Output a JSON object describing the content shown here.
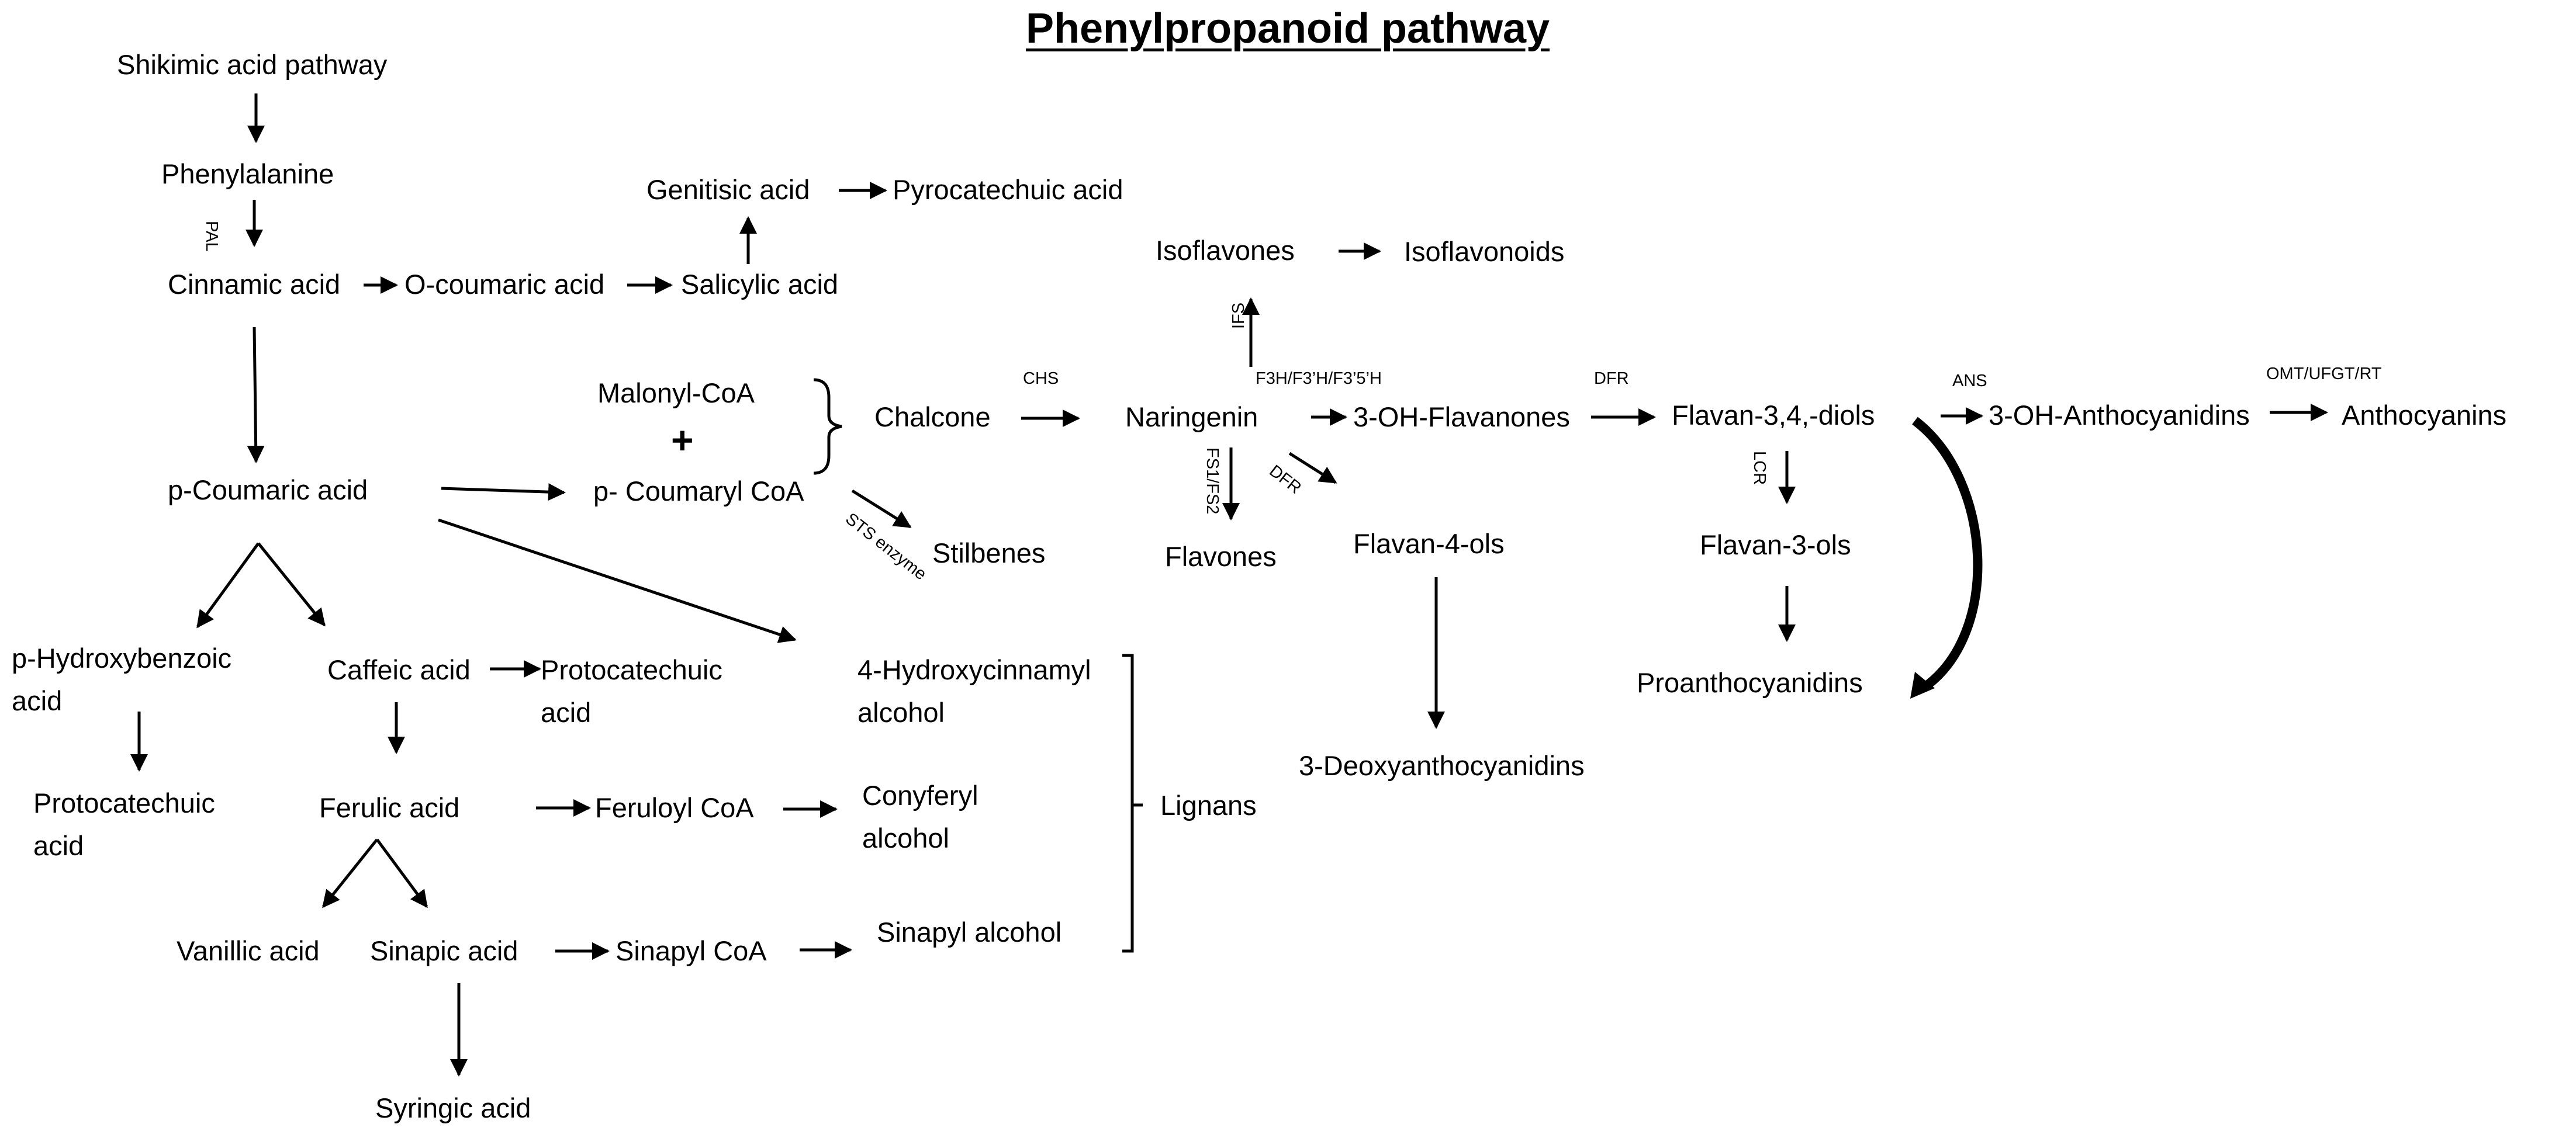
{
  "title": "Phenylpropanoid pathway",
  "nodes": {
    "shikimic_acid_pathway": "Shikimic acid pathway",
    "phenylalanine": "Phenylalanine",
    "cinnamic_acid": "Cinnamic acid",
    "o_coumaric_acid": "O-coumaric acid",
    "salicylic_acid": "Salicylic acid",
    "genitisic_acid": "Genitisic acid",
    "pyrocatechuic_acid": "Pyrocatechuic acid",
    "isoflavones": "Isoflavones",
    "isoflavonoids": "Isoflavonoids",
    "malonyl_coa": "Malonyl-CoA",
    "plus_sign": "+",
    "p_coumaryl_coa": "p- Coumaryl CoA",
    "chalcone": "Chalcone",
    "naringenin": "Naringenin",
    "oh_flavanones": "3-OH-Flavanones",
    "flavan_diols": "Flavan-3,4,-diols",
    "oh_anthocyanidins": "3-OH-Anthocyanidins",
    "anthocyanins": "Anthocyanins",
    "p_coumaric_acid": "p-Coumaric acid",
    "stilbenes": "Stilbenes",
    "flavones": "Flavones",
    "flavan_4_ols": "Flavan-4-ols",
    "flavan_3_ols": "Flavan-3-ols",
    "proanthocyanidins": "Proanthocyanidins",
    "deoxyanthocyanidins": "3-Deoxyanthocyanidins",
    "p_hydroxybenzoic_acid": "p-Hydroxybenzoic\nacid",
    "protocatechuic_acid_left": "Protocatechuic\nacid",
    "caffeic_acid": "Caffeic acid",
    "protocatechuic_acid_mid": "Protocatechuic\nacid",
    "hydroxycinnamyl_alcohol": "4-Hydroxycinnamyl\nalcohol",
    "ferulic_acid": "Ferulic acid",
    "feruloyl_coa": "Feruloyl CoA",
    "conyferyl_alcohol": "Conyferyl\nalcohol",
    "lignans": "Lignans",
    "vanillic_acid": "Vanillic acid",
    "sinapic_acid": "Sinapic acid",
    "sinapyl_coa": "Sinapyl CoA",
    "sinapyl_alcohol": "Sinapyl alcohol",
    "syringic_acid": "Syringic acid"
  },
  "enzymes": {
    "pal": "PAL",
    "chs": "CHS",
    "ifs": "IFS",
    "f3h": "F3H/F3’H/F3’5’H",
    "fs1_fs2": "FS1/FS2",
    "dfr_diag": "DFR",
    "dfr": "DFR",
    "sts": "STS enzyme",
    "lcr": "LCR",
    "ans": "ANS",
    "omt": "OMT/UFGT/RT"
  }
}
